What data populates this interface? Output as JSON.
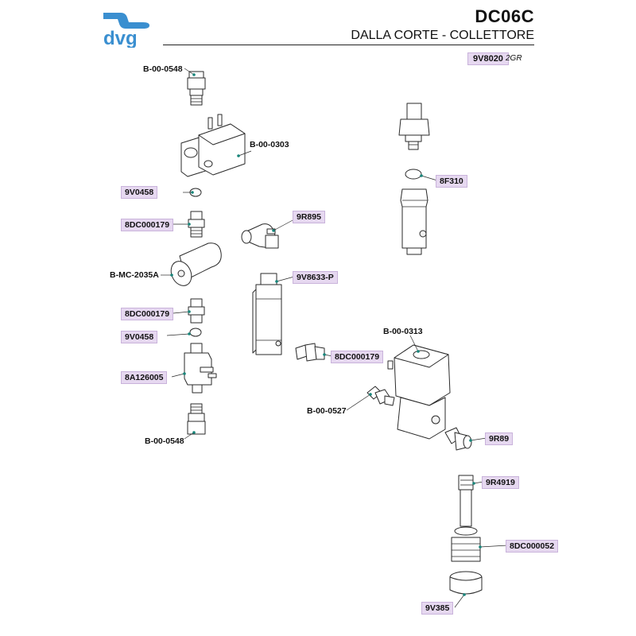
{
  "header": {
    "logo_text": "dvg",
    "code": "DC06C",
    "title": "DALLA CORTE - COLLETTORE",
    "model_code": "9V8020",
    "model_variant": "2GR"
  },
  "colors": {
    "brand": "#3a8fd0",
    "badge_fill": "#e6d8f0",
    "leader_dot": "#17857a"
  },
  "labels": [
    {
      "id": "b-00-0548-top",
      "text": "B-00-0548",
      "badge": false
    },
    {
      "id": "b-00-0303",
      "text": "B-00-0303",
      "badge": false
    },
    {
      "id": "9v0458-top",
      "text": "9V0458",
      "badge": true
    },
    {
      "id": "8dc000179-top",
      "text": "8DC000179",
      "badge": true
    },
    {
      "id": "9r895",
      "text": "9R895",
      "badge": true
    },
    {
      "id": "b-mc-2035a",
      "text": "B-MC-2035A",
      "badge": false
    },
    {
      "id": "9v8633-p",
      "text": "9V8633-P",
      "badge": true
    },
    {
      "id": "8dc000179-mid",
      "text": "8DC000179",
      "badge": true
    },
    {
      "id": "9v0458-bottom",
      "text": "9V0458",
      "badge": true
    },
    {
      "id": "8a126005",
      "text": "8A126005",
      "badge": true
    },
    {
      "id": "b-00-0548-bottom",
      "text": "B-00-0548",
      "badge": false
    },
    {
      "id": "8f310",
      "text": "8F310",
      "badge": true
    },
    {
      "id": "b-00-0313",
      "text": "B-00-0313",
      "badge": false
    },
    {
      "id": "8dc000179-right",
      "text": "8DC000179",
      "badge": true
    },
    {
      "id": "b-00-0527",
      "text": "B-00-0527",
      "badge": false
    },
    {
      "id": "9r89",
      "text": "9R89",
      "badge": true
    },
    {
      "id": "9r4919",
      "text": "9R4919",
      "badge": true
    },
    {
      "id": "8dc000052",
      "text": "8DC000052",
      "badge": true
    },
    {
      "id": "9v385",
      "text": "9V385",
      "badge": true
    }
  ]
}
